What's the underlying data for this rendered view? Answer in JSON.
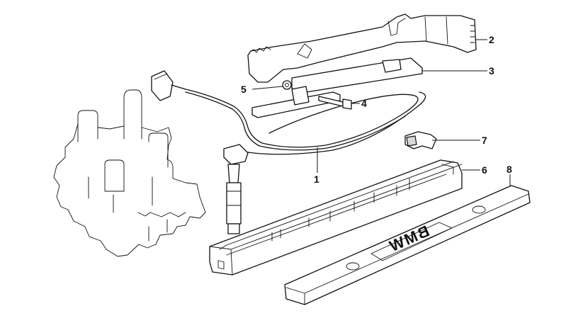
{
  "callouts": [
    {
      "id": "c1",
      "text": "1"
    },
    {
      "id": "c2",
      "text": "2"
    },
    {
      "id": "c3",
      "text": "3"
    },
    {
      "id": "c4",
      "text": "4"
    },
    {
      "id": "c5",
      "text": "5"
    },
    {
      "id": "c6",
      "text": "6"
    },
    {
      "id": "c7",
      "text": "7"
    },
    {
      "id": "c8",
      "text": "8"
    }
  ],
  "cover_logo": "BMW"
}
